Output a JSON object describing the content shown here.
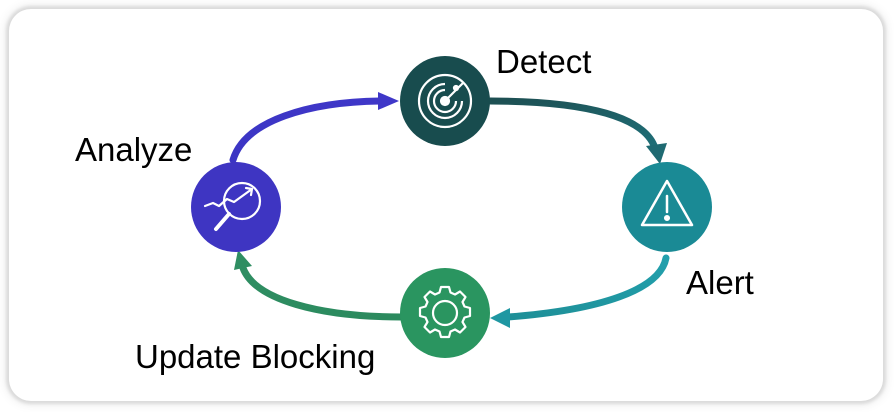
{
  "diagram": {
    "nodes": [
      {
        "id": "detect",
        "label": "Detect",
        "icon": "radar-icon",
        "color": "#184c4e"
      },
      {
        "id": "alert",
        "label": "Alert",
        "icon": "warning-icon",
        "color": "#1a8a95"
      },
      {
        "id": "update",
        "label": "Update Blocking",
        "icon": "gear-icon",
        "color": "#2a9560"
      },
      {
        "id": "analyze",
        "label": "Analyze",
        "icon": "magnifier-chart-icon",
        "color": "#3e35c2"
      }
    ],
    "flow": [
      "detect",
      "alert",
      "update",
      "analyze",
      "detect"
    ]
  }
}
